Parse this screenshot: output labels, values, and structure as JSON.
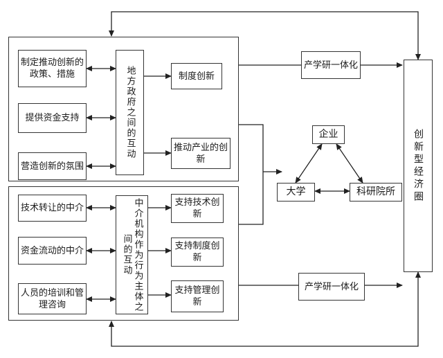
{
  "local_government": {
    "inputs": [
      "制定推动创新的政策、措施",
      "提供资金支持",
      "营造创新的氛围"
    ],
    "hub": "地方政府之间的互动",
    "outputs": [
      "制度创新",
      "推动产业的创新"
    ]
  },
  "intermediary": {
    "inputs": [
      "技术转让的中介",
      "资金流动的中介",
      "人员的培训和管理咨询"
    ],
    "hub": "中介机构作为行为主体之间的互动",
    "outputs": [
      "支持技术创新",
      "支持制度创新",
      "支持管理创新"
    ]
  },
  "triangle": {
    "enterprise": "企业",
    "university": "大学",
    "research_institute": "科研院所"
  },
  "links": {
    "top": "产学研一体化",
    "bottom": "产学研一体化"
  },
  "innovation_circle": "创新型经济圈"
}
